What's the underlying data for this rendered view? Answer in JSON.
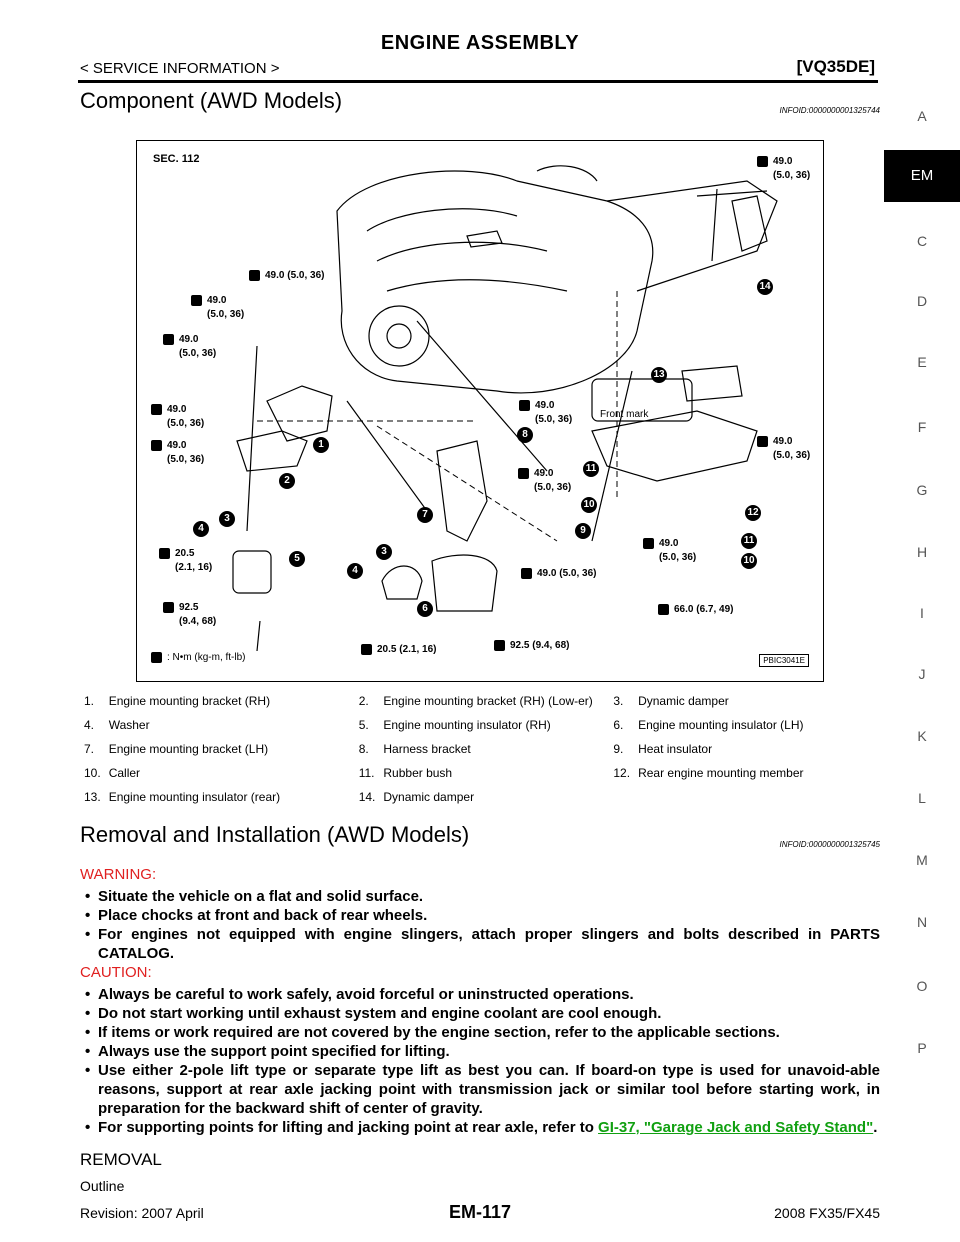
{
  "header": {
    "title": "ENGINE ASSEMBLY",
    "subtitle": "< SERVICE INFORMATION >",
    "model": "[VQ35DE]"
  },
  "side_tabs": [
    "A",
    "EM",
    "C",
    "D",
    "E",
    "F",
    "G",
    "H",
    "I",
    "J",
    "K",
    "L",
    "M",
    "N",
    "O",
    "P"
  ],
  "active_tab": "EM",
  "section1": {
    "title": "Component (AWD Models)",
    "infoid": "INFOID:0000000001325744"
  },
  "figure": {
    "sec": "SEC. 112",
    "torques": [
      "49.0\n(5.0, 36)",
      "49.0 (5.0, 36)",
      "49.0\n(5.0, 36)",
      "49.0\n(5.0, 36)",
      "49.0\n(5.0, 36)",
      "49.0\n(5.0, 36)",
      "49.0\n(5.0, 36)",
      "49.0\n(5.0, 36)",
      "49.0\n(5.0, 36)",
      "49.0 (5.0, 36)",
      "20.5\n(2.1, 16)",
      "92.5\n(9.4, 68)",
      "49.0\n(5.0, 36)",
      "66.0 (6.7, 49)",
      "20.5 (2.1, 16)",
      "92.5 (9.4, 68)"
    ],
    "unit_legend": ": N•m (kg-m, ft-lb)",
    "front_mark": "Front mark",
    "code": "PBIC3041E",
    "callouts": [
      "1",
      "2",
      "3",
      "4",
      "5",
      "3",
      "4",
      "6",
      "7",
      "8",
      "9",
      "10",
      "11",
      "12",
      "11",
      "10",
      "13",
      "14"
    ]
  },
  "legend": [
    [
      "1.",
      "Engine mounting bracket (RH)",
      "2.",
      "Engine mounting bracket (RH) (Low-er)",
      "3.",
      "Dynamic damper"
    ],
    [
      "4.",
      "Washer",
      "5.",
      "Engine mounting insulator (RH)",
      "6.",
      "Engine mounting insulator (LH)"
    ],
    [
      "7.",
      "Engine mounting bracket (LH)",
      "8.",
      "Harness bracket",
      "9.",
      "Heat insulator"
    ],
    [
      "10.",
      "Caller",
      "11.",
      "Rubber bush",
      "12.",
      "Rear engine mounting member"
    ],
    [
      "13.",
      "Engine mounting insulator (rear)",
      "14.",
      "Dynamic damper",
      "",
      ""
    ]
  ],
  "section2": {
    "title": "Removal and Installation (AWD Models)",
    "infoid": "INFOID:0000000001325745"
  },
  "warning": {
    "label": "WARNING:",
    "items": [
      "Situate the vehicle on a flat and solid surface.",
      "Place chocks at front and back of rear wheels.",
      "For engines not equipped with engine slingers, attach proper slingers and bolts described in PARTS CATALOG."
    ]
  },
  "caution": {
    "label": "CAUTION:",
    "items": [
      "Always be careful to work safely, avoid forceful or uninstructed operations.",
      "Do not start working until exhaust system and engine coolant are cool enough.",
      "If items or work required are not covered by the engine section, refer to the applicable sections.",
      "Always use the support point specified for lifting.",
      "Use either 2-pole lift type or separate type lift as best you can. If board-on type is used for unavoid-able reasons, support at rear axle jacking point with transmission jack or similar tool before starting work, in preparation for the backward shift of center of gravity."
    ],
    "last_prefix": "For supporting points for lifting and jacking point at rear axle, refer to ",
    "last_link": "GI-37, \"Garage Jack and Safety Stand\"",
    "last_suffix": "."
  },
  "removal": "REMOVAL",
  "outline": "Outline",
  "footer": {
    "revision": "Revision: 2007 April",
    "page": "EM-117",
    "vehicle": "2008 FX35/FX45"
  }
}
